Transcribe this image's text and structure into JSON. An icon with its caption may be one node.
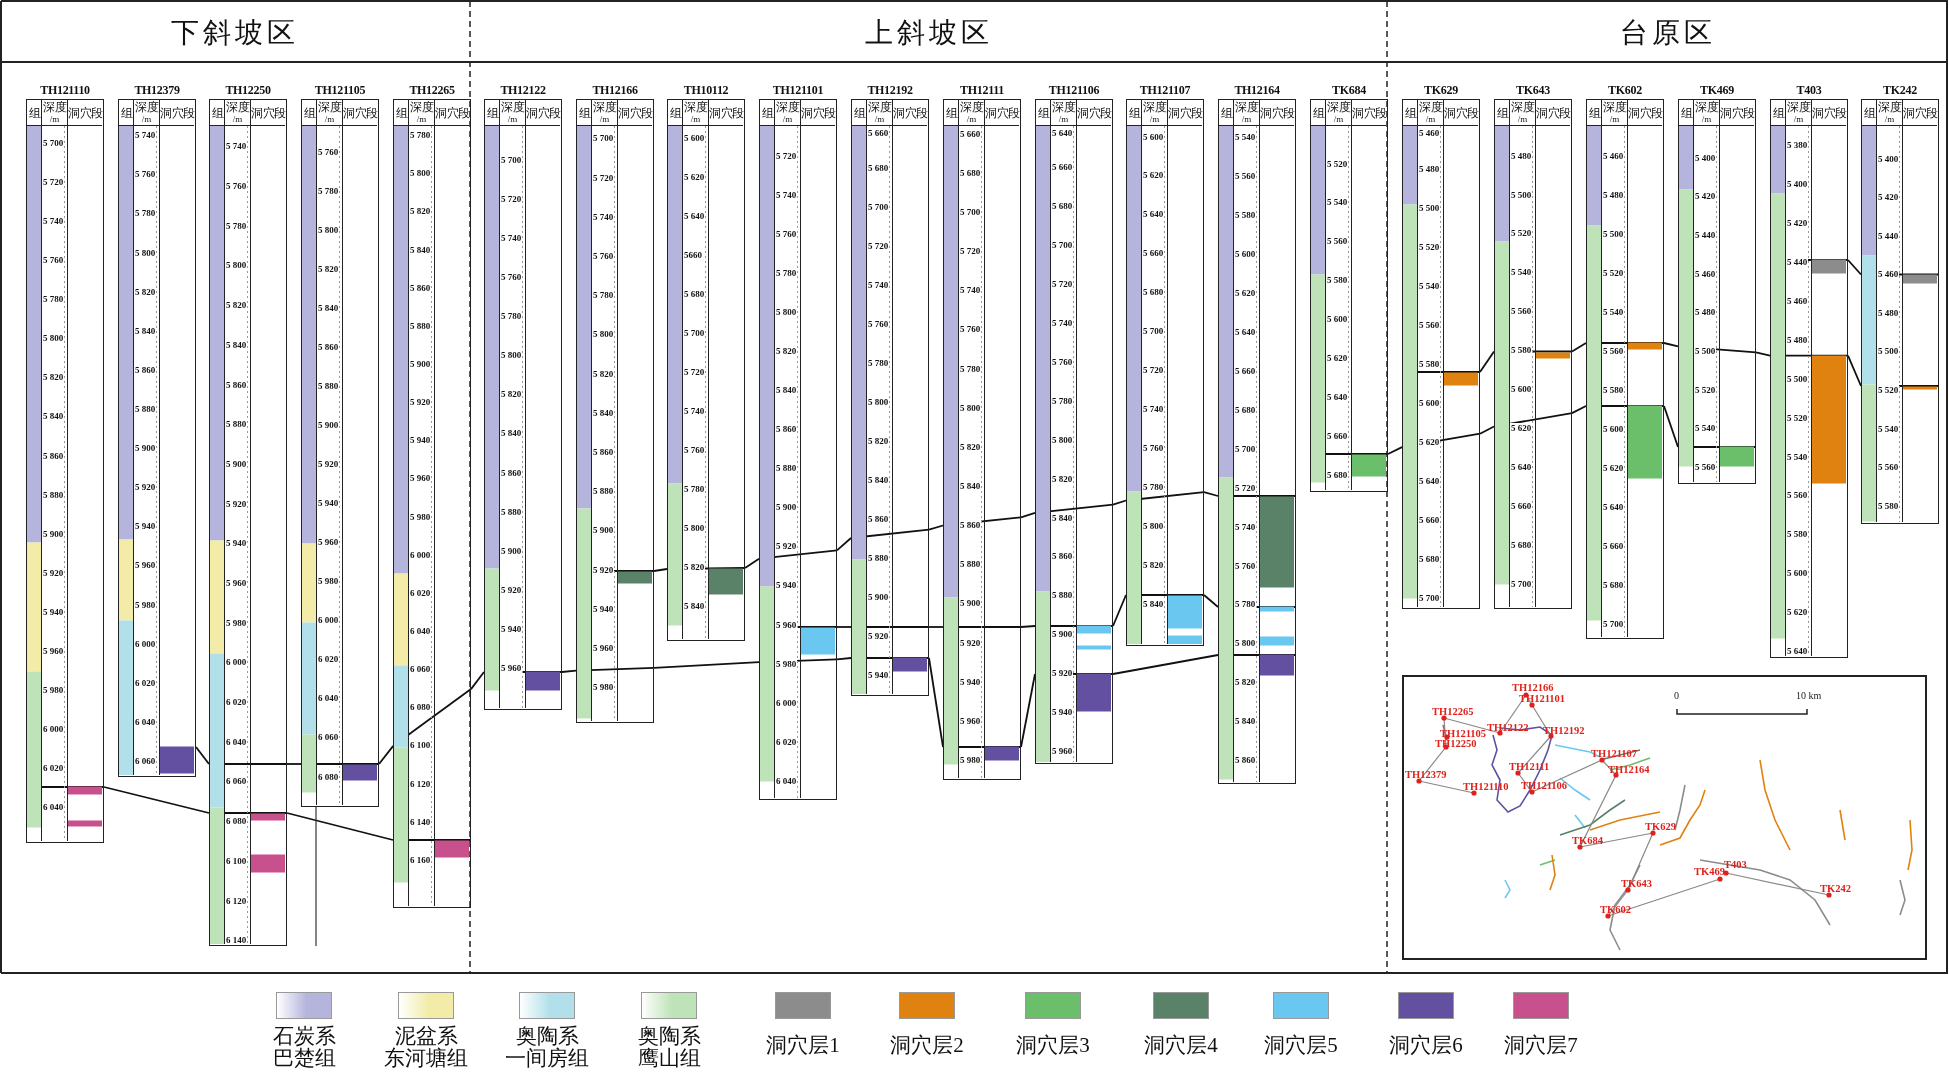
{
  "diagram": {
    "nodes": [
      {
        "text": [
          "下斜坡区"
        ]
      },
      {
        "text": [
          "上斜坡区"
        ]
      },
      {
        "text": [
          "台原区"
        ]
      },
      {
        "text": [
          "TH121110",
          "组",
          "深度",
          "/m",
          "洞穴段",
          "5 700",
          "5 720",
          "5 740",
          "5 760",
          "5 780",
          "5 800",
          "5 820",
          "5 840",
          "5 860",
          "5 880",
          "5 900",
          "5 920",
          "5 940",
          "5 960",
          "5 980",
          "6 000",
          "6 020",
          "6 040"
        ],
        "in": 0
      },
      {
        "text": [
          "TH12379",
          "组",
          "深度",
          "/m",
          "洞穴段",
          "5 740",
          "5 760",
          "5 780",
          "5 800",
          "5 820",
          "5 840",
          "5 860",
          "5 880",
          "5 900",
          "5 920",
          "5 940",
          "5 960",
          "5 980",
          "6 000",
          "6 020",
          "6 040",
          "6 060"
        ],
        "in": 0
      },
      {
        "text": [
          "TH12250",
          "组",
          "深度",
          "/m",
          "洞穴段",
          "5 740",
          "5 760",
          "5 780",
          "5 800",
          "5 820",
          "5 840",
          "5 860",
          "5 880",
          "5 900",
          "5 920",
          "5 940",
          "5 960",
          "5 980",
          "6 000",
          "6 020",
          "6 040",
          "6 060",
          "6 080",
          "6 100",
          "6 120",
          "6 140"
        ],
        "in": 0
      },
      {
        "text": [
          "TH121105",
          "组",
          "深度",
          "/m",
          "洞穴段",
          "5 760",
          "5 780",
          "5 800",
          "5 820",
          "5 840",
          "5 860",
          "5 880",
          "5 900",
          "5 920",
          "5 940",
          "5 960",
          "5 980",
          "6 000",
          "6 020",
          "6 040",
          "6 060",
          "6 080"
        ],
        "in": 0
      },
      {
        "text": [
          "TH12265",
          "组",
          "深度",
          "/m",
          "洞穴段",
          "5 780",
          "5 800",
          "5 820",
          "5 840",
          "5 860",
          "5 880",
          "5 900",
          "5 920",
          "5 940",
          "5 960",
          "5 980",
          "6 000",
          "6 020",
          "6 040",
          "6 060",
          "6 080",
          "6 100",
          "6 120",
          "6 140",
          "6 160"
        ],
        "in": 0
      },
      {
        "text": [
          "TH12122",
          "组",
          "深度",
          "/m",
          "洞穴段",
          "5 700",
          "5 720",
          "5 740",
          "5 760",
          "5 780",
          "5 800",
          "5 820",
          "5 840",
          "5 860",
          "5 880",
          "5 900",
          "5 920",
          "5 940",
          "5 960"
        ],
        "in": 1
      },
      {
        "text": [
          "TH12166",
          "组",
          "深度",
          "/m",
          "洞穴段",
          "5 700",
          "5 720",
          "5 740",
          "5 760",
          "5 780",
          "5 800",
          "5 820",
          "5 840",
          "5 860",
          "5 880",
          "5 900",
          "5 920",
          "5 940",
          "5 960",
          "5 980"
        ],
        "in": 1
      },
      {
        "text": [
          "TH10112",
          "组",
          "深度",
          "/m",
          "洞穴段",
          "5 600",
          "5 620",
          "5 640",
          "5660",
          "5 680",
          "5 700",
          "5 720",
          "5 740",
          "5 760",
          "5 780",
          "5 800",
          "5 820",
          "5 840"
        ],
        "in": 1
      },
      {
        "text": [
          "TH121101",
          "组",
          "深度",
          "/m",
          "洞穴段",
          "5 720",
          "5 740",
          "5 760",
          "5 780",
          "5 800",
          "5 820",
          "5 840",
          "5 860",
          "5 880",
          "5 900",
          "5 920",
          "5 940",
          "5 960",
          "5 980",
          "6 000",
          "6 020",
          "6 040"
        ],
        "in": 1
      },
      {
        "text": [
          "TH12192",
          "组",
          "深度",
          "/m",
          "洞穴段",
          "5 660",
          "5 680",
          "5 700",
          "5 720",
          "5 740",
          "5 760",
          "5 780",
          "5 800",
          "5 820",
          "5 840",
          "5 860",
          "5 880",
          "5 900",
          "5 920",
          "5 940"
        ],
        "in": 1
      },
      {
        "text": [
          "TH12111",
          "组",
          "深度",
          "/m",
          "洞穴段",
          "5 660",
          "5 680",
          "5 700",
          "5 720",
          "5 740",
          "5 760",
          "5 780",
          "5 800",
          "5 820",
          "5 840",
          "5 860",
          "5 880",
          "5 900",
          "5 920",
          "5 940",
          "5 960",
          "5 980"
        ],
        "in": 1
      },
      {
        "text": [
          "TH121106",
          "组",
          "深度",
          "/m",
          "洞穴段",
          "5 640",
          "5 660",
          "5 680",
          "5 700",
          "5 720",
          "5 740",
          "5 760",
          "5 780",
          "5 800",
          "5 820",
          "5 840",
          "5 860",
          "5 880",
          "5 900",
          "5 920",
          "5 940",
          "5 960"
        ],
        "in": 1
      },
      {
        "text": [
          "TH121107",
          "组",
          "深度",
          "/m",
          "洞穴段",
          "5 600",
          "5 620",
          "5 640",
          "5 660",
          "5 680",
          "5 700",
          "5 720",
          "5 740",
          "5 760",
          "5 780",
          "5 800",
          "5 820",
          "5 840"
        ],
        "in": 1
      },
      {
        "text": [
          "TH12164",
          "组",
          "深度",
          "/m",
          "洞穴段",
          "5 540",
          "5 560",
          "5 580",
          "5 600",
          "5 620",
          "5 640",
          "5 660",
          "5 680",
          "5 700",
          "5 720",
          "5 740",
          "5 760",
          "5 780",
          "5 800",
          "5 820",
          "5 840",
          "5 860"
        ],
        "in": 1
      },
      {
        "text": [
          "TK684",
          "组",
          "深度",
          "/m",
          "洞穴段",
          "5 520",
          "5 540",
          "5 560",
          "5 580",
          "5 600",
          "5 620",
          "5 640",
          "5 660",
          "5 680"
        ],
        "in": 1
      },
      {
        "text": [
          "TK629",
          "组",
          "深度",
          "/m",
          "洞穴段",
          "5 460",
          "5 480",
          "5 500",
          "5 520",
          "5 540",
          "5 560",
          "5 580",
          "5 600",
          "5 620",
          "5 640",
          "5 660",
          "5 680",
          "5 700"
        ],
        "in": 2
      },
      {
        "text": [
          "TK643",
          "组",
          "深度",
          "/m",
          "洞穴段",
          "5 480",
          "5 500",
          "5 520",
          "5 540",
          "5 560",
          "5 580",
          "5 600",
          "5 620",
          "5 640",
          "5 660",
          "5 680",
          "5 700"
        ],
        "in": 2
      },
      {
        "text": [
          "TK602",
          "组",
          "深度",
          "/m",
          "洞穴段",
          "5 460",
          "5 480",
          "5 500",
          "5 520",
          "5 540",
          "5 560",
          "5 580",
          "5 600",
          "5 620",
          "5 640",
          "5 660",
          "5 680",
          "5 700"
        ],
        "in": 2
      },
      {
        "text": [
          "TK469",
          "组",
          "深度",
          "/m",
          "洞穴段",
          "5 400",
          "5 420",
          "5 440",
          "5 460",
          "5 480",
          "5 500",
          "5 520",
          "5 540",
          "5 560"
        ],
        "in": 2
      },
      {
        "text": [
          "T403",
          "组",
          "深度",
          "/m",
          "洞穴段",
          "5 380",
          "5 400",
          "5 420",
          "5 440",
          "5 460",
          "5 480",
          "5 500",
          "5 520",
          "5 540",
          "5 560",
          "5 580",
          "5 600",
          "5 620",
          "5 640"
        ],
        "in": 2
      },
      {
        "text": [
          "TK242",
          "组",
          "深度",
          "/m",
          "洞穴段",
          "5 400",
          "5 420",
          "5 440",
          "5 460",
          "5 480",
          "5 500",
          "5 520",
          "5 540",
          "5 560",
          "5 580"
        ],
        "in": 2
      }
    ],
    "edges": [
      {
        "from": 3,
        "to": 5,
        "arrow": "none"
      },
      {
        "from": 5,
        "to": 7,
        "arrow": "none"
      },
      {
        "from": 4,
        "to": 5,
        "arrow": "none"
      },
      {
        "from": 5,
        "to": 6,
        "arrow": "none"
      },
      {
        "from": 6,
        "to": 7,
        "arrow": "none"
      },
      {
        "from": 7,
        "to": 8,
        "arrow": "none"
      },
      {
        "from": 8,
        "to": 9,
        "arrow": "none"
      },
      {
        "from": 9,
        "to": 11,
        "arrow": "none"
      },
      {
        "from": 11,
        "to": 12,
        "arrow": "none"
      },
      {
        "from": 12,
        "to": 13,
        "arrow": "none"
      },
      {
        "from": 13,
        "to": 14,
        "arrow": "none"
      },
      {
        "from": 14,
        "to": 16,
        "arrow": "none"
      },
      {
        "from": 9,
        "to": 10,
        "arrow": "none"
      },
      {
        "from": 10,
        "to": 11,
        "arrow": "none"
      },
      {
        "from": 11,
        "to": 12,
        "arrow": "none"
      },
      {
        "from": 12,
        "to": 13,
        "arrow": "none"
      },
      {
        "from": 13,
        "to": 14,
        "arrow": "none"
      },
      {
        "from": 14,
        "to": 15,
        "arrow": "none"
      },
      {
        "from": 15,
        "to": 16,
        "arrow": "none"
      },
      {
        "from": 11,
        "to": 12,
        "arrow": "none"
      },
      {
        "from": 12,
        "to": 13,
        "arrow": "none"
      },
      {
        "from": 13,
        "to": 14,
        "arrow": "none"
      },
      {
        "from": 14,
        "to": 15,
        "arrow": "none"
      },
      {
        "from": 15,
        "to": 16,
        "arrow": "none"
      },
      {
        "from": 17,
        "to": 18,
        "arrow": "none"
      },
      {
        "from": 18,
        "to": 19,
        "arrow": "none"
      },
      {
        "from": 19,
        "to": 20,
        "arrow": "none"
      },
      {
        "from": 20,
        "to": 21,
        "arrow": "none"
      },
      {
        "from": 18,
        "to": 19,
        "arrow": "none"
      },
      {
        "from": 19,
        "to": 20,
        "arrow": "none"
      },
      {
        "from": 20,
        "to": 21,
        "arrow": "none"
      },
      {
        "from": 21,
        "to": 22,
        "arrow": "none"
      },
      {
        "from": 22,
        "to": 23,
        "arrow": "none"
      },
      {
        "from": 22,
        "to": 23,
        "arrow": "none"
      }
    ],
    "labels": [
      "TH12166",
      "TH121101",
      "TH12265",
      "TH12122",
      "TH12192",
      "TH121105",
      "TH12250",
      "TH121107",
      "TH12111",
      "TH12164",
      "TH12379",
      "TH121110",
      "TH121106",
      "TK629",
      "TK684",
      "T403",
      "TK469",
      "TK643",
      "TK242",
      "TK602",
      "0",
      "10 km"
    ],
    "legend": [
      {
        "text": "石炭系巴楚组",
        "color": "#b4b4dc"
      },
      {
        "text": "泥盆系东河塘组",
        "color": "#f2eca8"
      },
      {
        "text": "奥陶系一间房组",
        "color": "#b2e0ea"
      },
      {
        "text": "奥陶系鹰山组",
        "color": "#bfe3b8"
      },
      {
        "text": "洞穴层1",
        "color": "#8c8c8c"
      },
      {
        "text": "洞穴层2",
        "color": "#e0820f"
      },
      {
        "text": "洞穴层3",
        "color": "#6bbf6b"
      },
      {
        "text": "洞穴层4",
        "color": "#5a8268"
      },
      {
        "text": "洞穴层5",
        "color": "#6ac8f0"
      },
      {
        "text": "洞穴层6",
        "color": "#6450a0"
      },
      {
        "text": "洞穴层7",
        "color": "#c8508c"
      }
    ]
  }
}
